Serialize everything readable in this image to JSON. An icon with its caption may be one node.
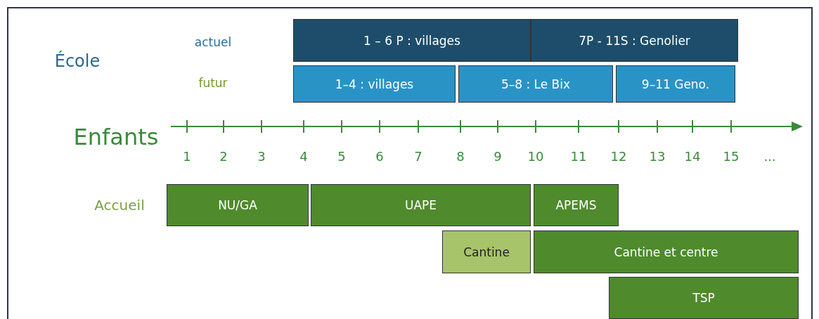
{
  "diagram": {
    "nodes": [
      {
        "text": [
          "1 – 6 P : villages"
        ]
      },
      {
        "text": [
          "7P - 11S : Genolier"
        ]
      },
      {
        "text": [
          "1–4 : villages"
        ]
      },
      {
        "text": [
          "5–8 : Le Bix"
        ]
      },
      {
        "text": [
          "9–11 Geno."
        ]
      },
      {
        "text": [
          "NU/GA"
        ]
      },
      {
        "text": [
          "UAPE"
        ]
      },
      {
        "text": [
          "APEMS"
        ]
      },
      {
        "text": [
          "Cantine"
        ]
      },
      {
        "text": [
          "Cantine et centre"
        ]
      },
      {
        "text": [
          "TSP"
        ]
      }
    ],
    "labels": [
      "École",
      "actuel",
      "futur",
      "Enfants",
      "1",
      "2",
      "3",
      "4",
      "5",
      "6",
      "7",
      "8",
      "9",
      "10",
      "11",
      "12",
      "13",
      "14",
      "15",
      "...",
      "Accueil"
    ]
  }
}
